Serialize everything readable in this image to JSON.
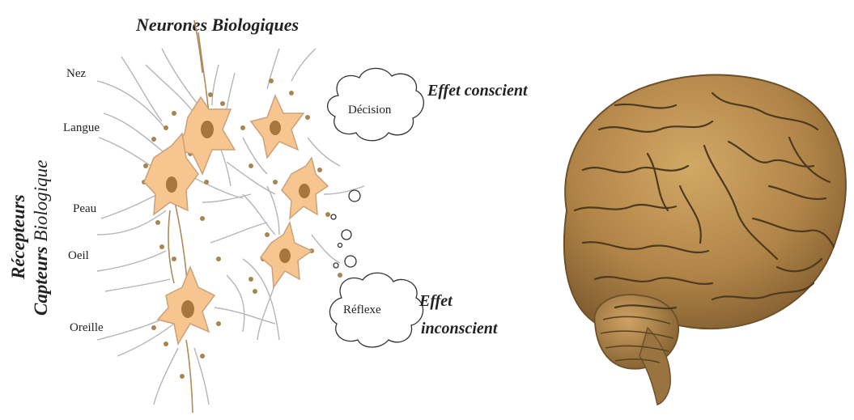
{
  "title": "Neurones Biologiques",
  "side_labels": {
    "line1": "Récepteurs",
    "line2_bold": "Capteurs",
    "line2_italic": "Biologique"
  },
  "receptors": [
    "Nez",
    "Langue",
    "Peau",
    "Oeil",
    "Oreille"
  ],
  "thought_bubbles": {
    "decision": "Décision",
    "reflexe": "Réflexe"
  },
  "effects": {
    "conscious": "Effet conscient",
    "unconscious_line1": "Effet",
    "unconscious_line2": "inconscient"
  },
  "colors": {
    "neuron_fill": "#f7c58f",
    "neuron_stroke": "#c9a27a",
    "nucleus": "#a8753f",
    "dendrite": "#b0b0b0",
    "axon": "#b08a5a",
    "brain_base": "#b98d4f",
    "brain_shadow": "#5e4626"
  }
}
